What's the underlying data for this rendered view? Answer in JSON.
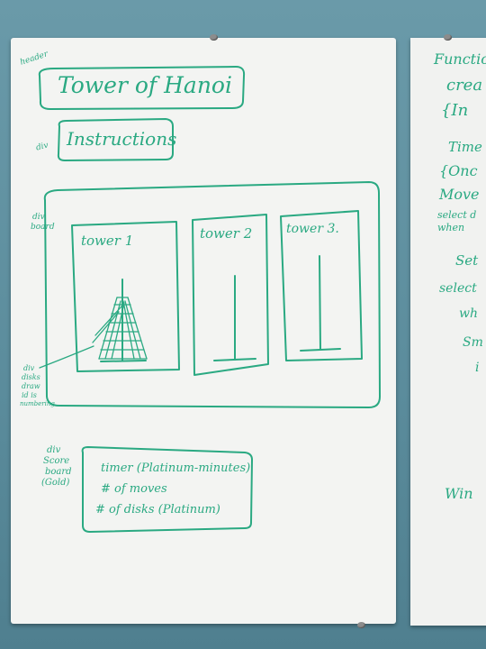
{
  "whiteboard_left": {
    "header_annotation": "header",
    "title": "Tower of Hanoi",
    "instructions_annotation": "div",
    "instructions": "Instructions",
    "board_annotation": [
      "div",
      "board"
    ],
    "towers": [
      "tower 1",
      "tower 2",
      "tower 3."
    ],
    "disks_annotation": [
      "div",
      "disks",
      "draw",
      "id is",
      "numbering"
    ],
    "score_annotation": [
      "div",
      "Score",
      "board",
      "(Gold)"
    ],
    "score_lines": [
      "timer (Platinum-minutes)",
      "# of moves",
      "# of disks (Platinum)"
    ]
  },
  "whiteboard_right": {
    "lines": [
      "Functio",
      "crea",
      "{In",
      "Time",
      "{Onc",
      "Move",
      "select d",
      "when",
      "Set",
      "select",
      "wh",
      "Sm",
      "i",
      "Win"
    ]
  }
}
